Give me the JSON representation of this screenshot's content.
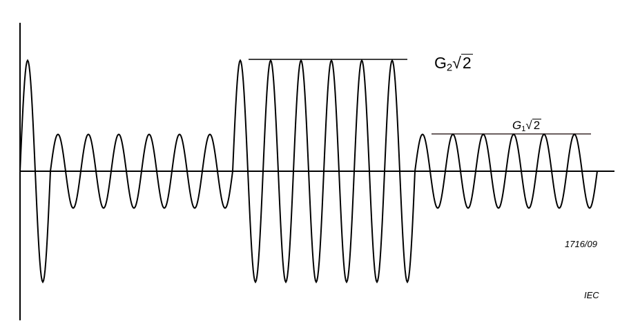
{
  "diagram": {
    "labels": {
      "g2": {
        "symbol": "G",
        "subscript": "2",
        "radical": "√",
        "radicand": "2"
      },
      "g1": {
        "symbol": "G",
        "subscript": "1",
        "radical": "√",
        "radicand": "2"
      },
      "figure_number": "1716/09",
      "source": "IEC"
    },
    "waveform": {
      "amplitudes": {
        "G1": 1,
        "G2": 3
      },
      "segments": [
        {
          "level": "G2",
          "cycles": 1
        },
        {
          "level": "G1",
          "cycles": 6
        },
        {
          "level": "G2",
          "cycles": 6
        },
        {
          "level": "G1",
          "cycles": 6
        }
      ]
    },
    "colors": {
      "line": "#000000",
      "g1_ref_line": "#3a2a2a"
    }
  }
}
